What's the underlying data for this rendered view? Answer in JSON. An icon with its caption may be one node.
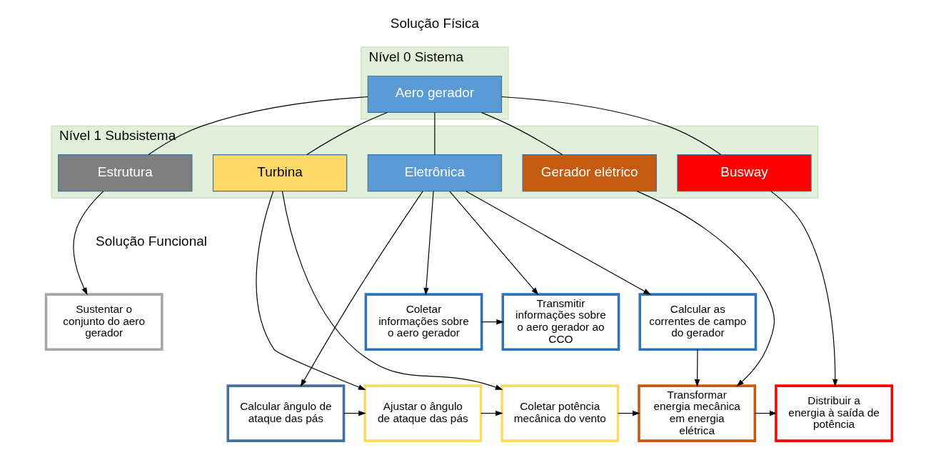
{
  "diagram": {
    "nodes": [
      {
        "text": [
          "Nível 0 Sistema"
        ]
      },
      {
        "text": [
          "Aero gerador"
        ],
        "in": 0
      },
      {
        "text": [
          "Nível 1 Subsistema"
        ]
      },
      {
        "text": [
          "Turbina"
        ],
        "in": 2
      },
      {
        "text": [
          "Estrutura"
        ],
        "in": 2
      },
      {
        "text": [
          "Eletrônica"
        ],
        "in": 2
      },
      {
        "text": [
          "Gerador elétrico"
        ],
        "in": 2
      },
      {
        "text": [
          "Busway"
        ],
        "in": 2
      },
      {
        "text": [
          "Sustentar o conjunto do aero gerador"
        ]
      },
      {
        "text": [
          "Calcular as correntes de campo do gerador"
        ]
      },
      {
        "text": [
          "Coletar informações sobre o aero gerador"
        ]
      },
      {
        "text": [
          "Transmitir informações sobre o aero gerador ao CCO"
        ]
      },
      {
        "text": [
          "Calcular ângulo de ataque das pás"
        ]
      },
      {
        "text": [
          "Ajustar o ângulo de ataque das pás"
        ]
      },
      {
        "text": [
          "Coletar potência mecânica do vento"
        ]
      },
      {
        "text": [
          "Transformar energia mecânica em energia elétrica"
        ]
      },
      {
        "text": [
          "Distribuir a energia à saída de potência"
        ]
      }
    ],
    "edges": [
      {
        "from": 1,
        "to": 3,
        "arrow": "none"
      },
      {
        "from": 1,
        "to": 4,
        "arrow": "none"
      },
      {
        "from": 1,
        "to": 5,
        "arrow": "none"
      },
      {
        "from": 1,
        "to": 6,
        "arrow": "none"
      },
      {
        "from": 1,
        "to": 7,
        "arrow": "none"
      },
      {
        "from": 4,
        "to": 8,
        "arrow": "to"
      },
      {
        "from": 3,
        "to": 13,
        "arrow": "to"
      },
      {
        "from": 3,
        "to": 14,
        "arrow": "to"
      },
      {
        "from": 5,
        "to": 12,
        "arrow": "to"
      },
      {
        "from": 5,
        "to": 9,
        "arrow": "to"
      },
      {
        "from": 5,
        "to": 10,
        "arrow": "to"
      },
      {
        "from": 5,
        "to": 11,
        "arrow": "to"
      },
      {
        "from": 6,
        "to": 15,
        "arrow": "to"
      },
      {
        "from": 7,
        "to": 16,
        "arrow": "to"
      },
      {
        "from": 10,
        "to": 11,
        "arrow": "to"
      },
      {
        "from": 12,
        "to": 13,
        "arrow": "to"
      },
      {
        "from": 13,
        "to": 14,
        "arrow": "to"
      },
      {
        "from": 14,
        "to": 15,
        "arrow": "to"
      },
      {
        "from": 9,
        "to": 15,
        "arrow": "to"
      },
      {
        "from": 15,
        "to": 16,
        "arrow": "to"
      }
    ],
    "labels": [
      "Solução Física",
      "Solução Funcional"
    ]
  }
}
